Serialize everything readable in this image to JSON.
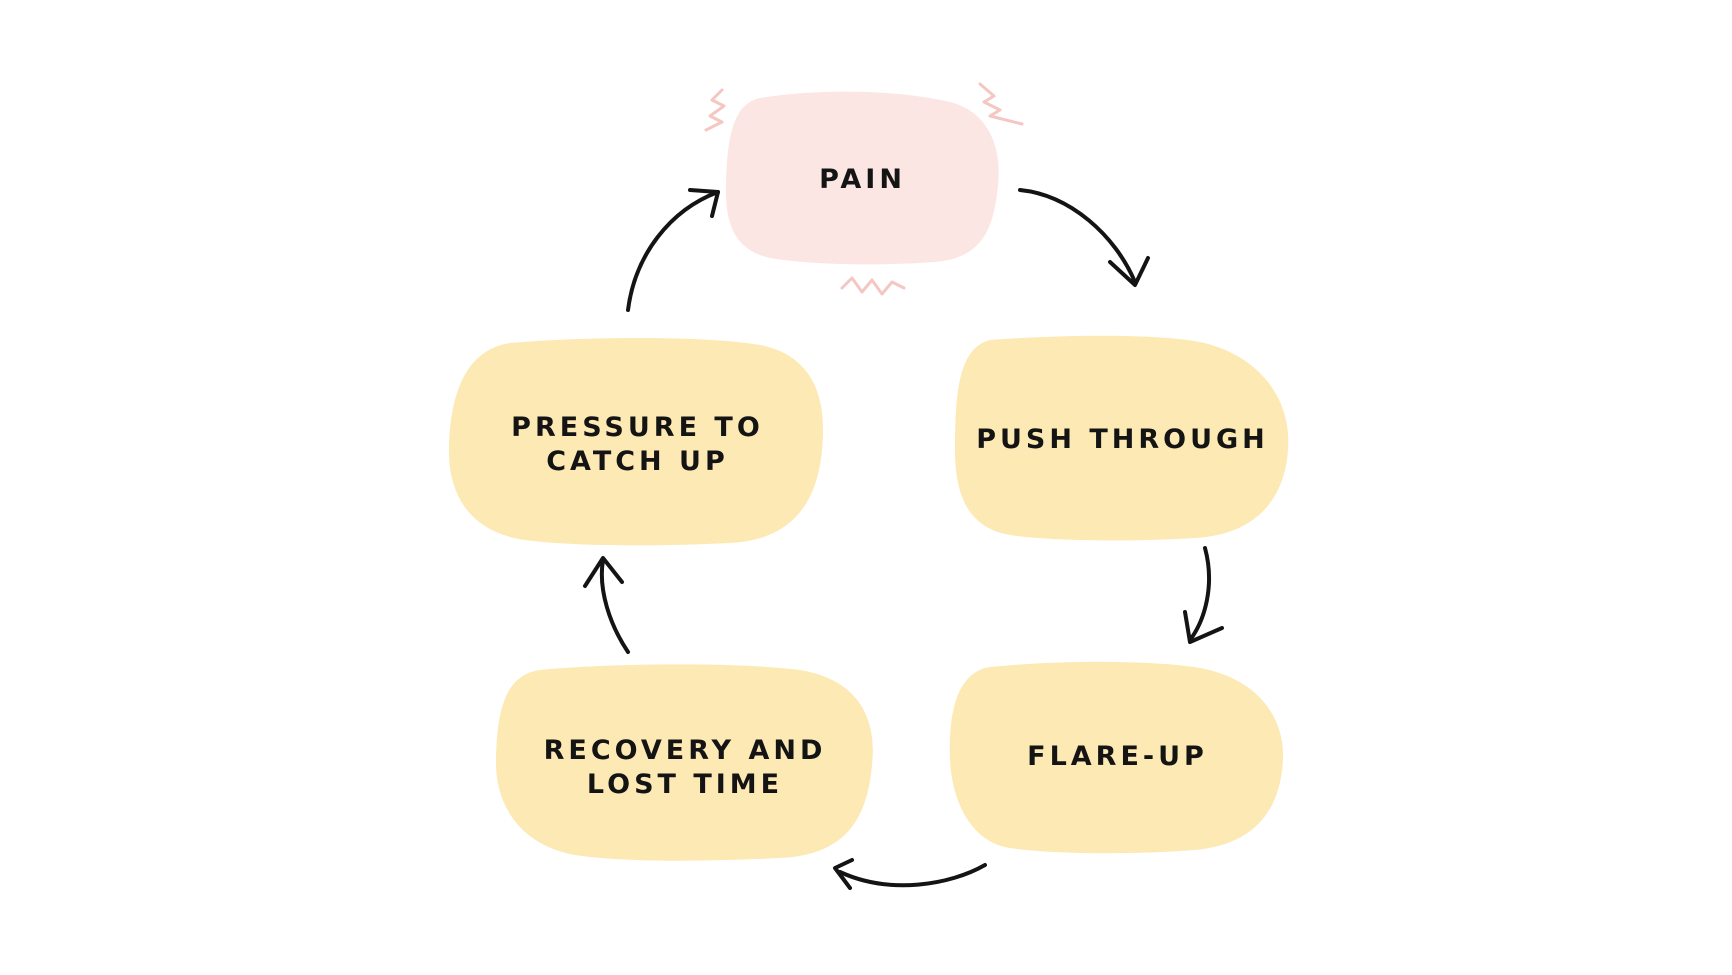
{
  "diagram": {
    "colors": {
      "pain_fill": "#fce6e3",
      "stage_fill": "#fde9b4",
      "accent_squiggle": "#f4c7c3",
      "arrow": "#141414",
      "text": "#141414"
    },
    "nodes": [
      {
        "id": "pain",
        "label": "PAIN",
        "fill": "pain"
      },
      {
        "id": "push_through",
        "label": "PUSH THROUGH",
        "fill": "stage"
      },
      {
        "id": "flare_up",
        "label": "FLARE-UP",
        "fill": "stage"
      },
      {
        "id": "recovery",
        "label": "RECOVERY AND\nLOST TIME",
        "fill": "stage"
      },
      {
        "id": "pressure",
        "label": "PRESSURE TO\nCATCH UP",
        "fill": "stage"
      }
    ],
    "edges": [
      {
        "from": "pain",
        "to": "push_through"
      },
      {
        "from": "push_through",
        "to": "flare_up"
      },
      {
        "from": "flare_up",
        "to": "recovery"
      },
      {
        "from": "recovery",
        "to": "pressure"
      },
      {
        "from": "pressure",
        "to": "pain"
      }
    ],
    "decorations": [
      "pain-squiggle-left",
      "pain-squiggle-right",
      "pain-squiggle-bottom"
    ]
  }
}
